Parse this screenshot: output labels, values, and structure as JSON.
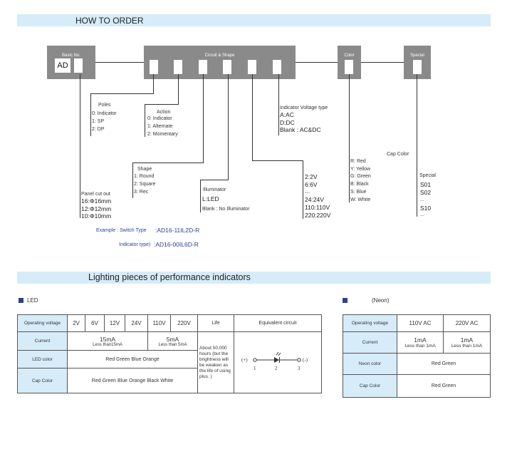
{
  "header": {
    "title": "HOW TO ORDER"
  },
  "boxes": {
    "basic": {
      "caption": "Basic No.",
      "code": "AD"
    },
    "circuit": {
      "caption": "Circuit & Shape"
    },
    "color": {
      "caption": "Color"
    },
    "special": {
      "caption": "Special"
    }
  },
  "poles": {
    "title": "Poles",
    "items": [
      "0: Indicator",
      "1: SP",
      "2: DP"
    ]
  },
  "action": {
    "title": "Action",
    "items": [
      "0: Indicator",
      "1: Alternate",
      "2: Momentary"
    ]
  },
  "panel": {
    "title": "Panel cut out",
    "items": [
      "16:Φ16mm",
      "12:Φ12mm",
      "10:Φ10mm"
    ]
  },
  "shape": {
    "title": "Shape",
    "items": [
      "1: Round",
      "2: Square",
      "3: Rec"
    ]
  },
  "illuminator": {
    "title": "Illuminator",
    "items": [
      "L:LED",
      "Blank : No Illuminator"
    ]
  },
  "voltage_type": {
    "title": "Indicator Voltage type",
    "items": [
      "A:AC",
      "D:DC",
      "Blank : AC&DC"
    ]
  },
  "voltage": {
    "items": [
      "2:2V",
      "6:6V",
      "...",
      "24:24V",
      "110:110V",
      "220:220V"
    ]
  },
  "cap_color": {
    "title": "Cap Color",
    "items": [
      "R: Red",
      "Y: Yellow",
      "G: Green",
      "B: Black",
      "S: Blue",
      "W: White"
    ]
  },
  "special": {
    "title": "Special",
    "items": [
      "S01",
      "S02",
      "...",
      "S10",
      "..."
    ]
  },
  "examples": {
    "switch_label": "Example : Switch Type",
    "switch_value": ":AD16-11IL2D-R",
    "indicator_label": "Indicator type)",
    "indicator_value": ":AD16-00IL6D-R"
  },
  "section2": {
    "title": "Lighting pieces of performance indicators"
  },
  "led": {
    "label": "LED",
    "table": {
      "op_voltage": "Operating voltage",
      "voltages": [
        "2V",
        "6V",
        "12V",
        "24V",
        "110V",
        "220V"
      ],
      "life": "Life",
      "equivalent": "Equivalent circuit",
      "current": "Current",
      "current_a": "15mA",
      "current_a_sub": "Less than15mA",
      "current_b": "5mA",
      "current_b_sub": "Less than 5mA",
      "led_color": "LED color",
      "led_color_val": "Red  Green Blue  Orange",
      "cap_color": "Cap Color",
      "cap_color_val": "Red  Green Blue  Orange Black White",
      "life_text": "About 50,000 hours (but the brightness will be weaken as the life of using plus. )",
      "circuit": {
        "plus": "(+)",
        "minus": "(-)",
        "n1": "1",
        "n2": "2",
        "n3": "3"
      }
    }
  },
  "neon": {
    "label": "(Neon)",
    "table": {
      "op_voltage": "Operating voltage",
      "v1": "110V AC",
      "v2": "220V AC",
      "current": "Current",
      "c1": "1mA",
      "c1_sub": "Less than 1mA",
      "c2": "1mA",
      "c2_sub": "Less than 1mA",
      "neon_color": "Neon color",
      "neon_color_val": "Red  Green",
      "cap_color": "Cap Color",
      "cap_color_val": "Red  Green"
    }
  },
  "colors": {
    "band": "#d6ecf8",
    "box": "#8a8a8a",
    "accent": "#2c3f95"
  }
}
